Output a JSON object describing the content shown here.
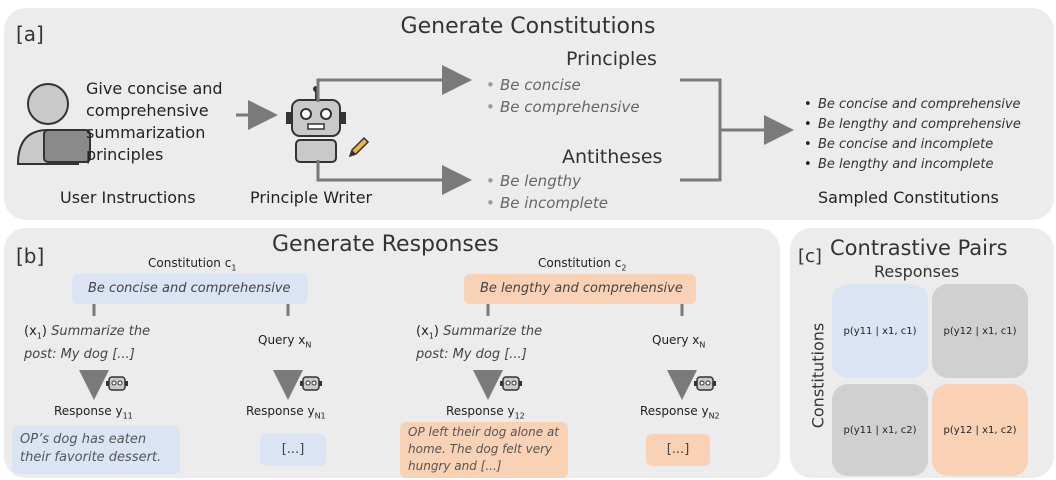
{
  "panel_a": {
    "tag": "[a]",
    "title": "Generate Constitutions",
    "user_text": "Give concise and comprehensive summarization principles",
    "user_label": "User Instructions",
    "writer_label": "Principle Writer",
    "principles_title": "Principles",
    "principles": [
      "Be concise",
      "Be comprehensive"
    ],
    "antitheses_title": "Antitheses",
    "antitheses": [
      "Be lengthy",
      "Be incomplete"
    ],
    "sampled": [
      "Be concise and comprehensive",
      "Be lengthy and comprehensive",
      "Be concise and incomplete",
      "Be lengthy and incomplete"
    ],
    "sampled_label": "Sampled Constitutions"
  },
  "panel_b": {
    "tag": "[b]",
    "title": "Generate Responses",
    "c1_label": "Constitution c",
    "c1_sub": "1",
    "c1_text": "Be concise and comprehensive",
    "c2_label": "Constitution c",
    "c2_sub": "2",
    "c2_text": "Be lengthy and comprehensive",
    "x1_prefix": "(x",
    "x1_sub": "1",
    "x1_suffix": ")",
    "x1_text": "Summarize the post: My dog [...]",
    "query_label": "Query x",
    "query_sub": "N",
    "resp11_label": "Response y",
    "resp11_sub": "11",
    "respN1_label": "Response y",
    "respN1_sub": "N1",
    "resp12_label": "Response y",
    "resp12_sub": "12",
    "respN2_label": "Response y",
    "respN2_sub": "N2",
    "resp11_text": "OP’s dog has eaten their favorite dessert.",
    "respN1_text": "[...]",
    "resp12_text": "OP left their dog alone at home. The dog felt very hungry and [...]",
    "respN2_text": "[...]"
  },
  "panel_c": {
    "tag": "[c]",
    "title": "Contrastive Pairs",
    "col_label": "Responses",
    "row_label": "Constitutions",
    "cells": [
      "p(y11 | x1, c1)",
      "p(y12 | x1, c1)",
      "p(y11 | x1, c2)",
      "p(y12 | x1, c2)"
    ]
  },
  "colors": {
    "panel": "#ececec",
    "blue": "#dbe4f3",
    "orange": "#f9d2b6",
    "gray": "#d0d0d0",
    "arrow": "#7a7a7a"
  },
  "icons": [
    "user-icon",
    "robot-icon",
    "pencil-icon",
    "arrow-icon"
  ]
}
